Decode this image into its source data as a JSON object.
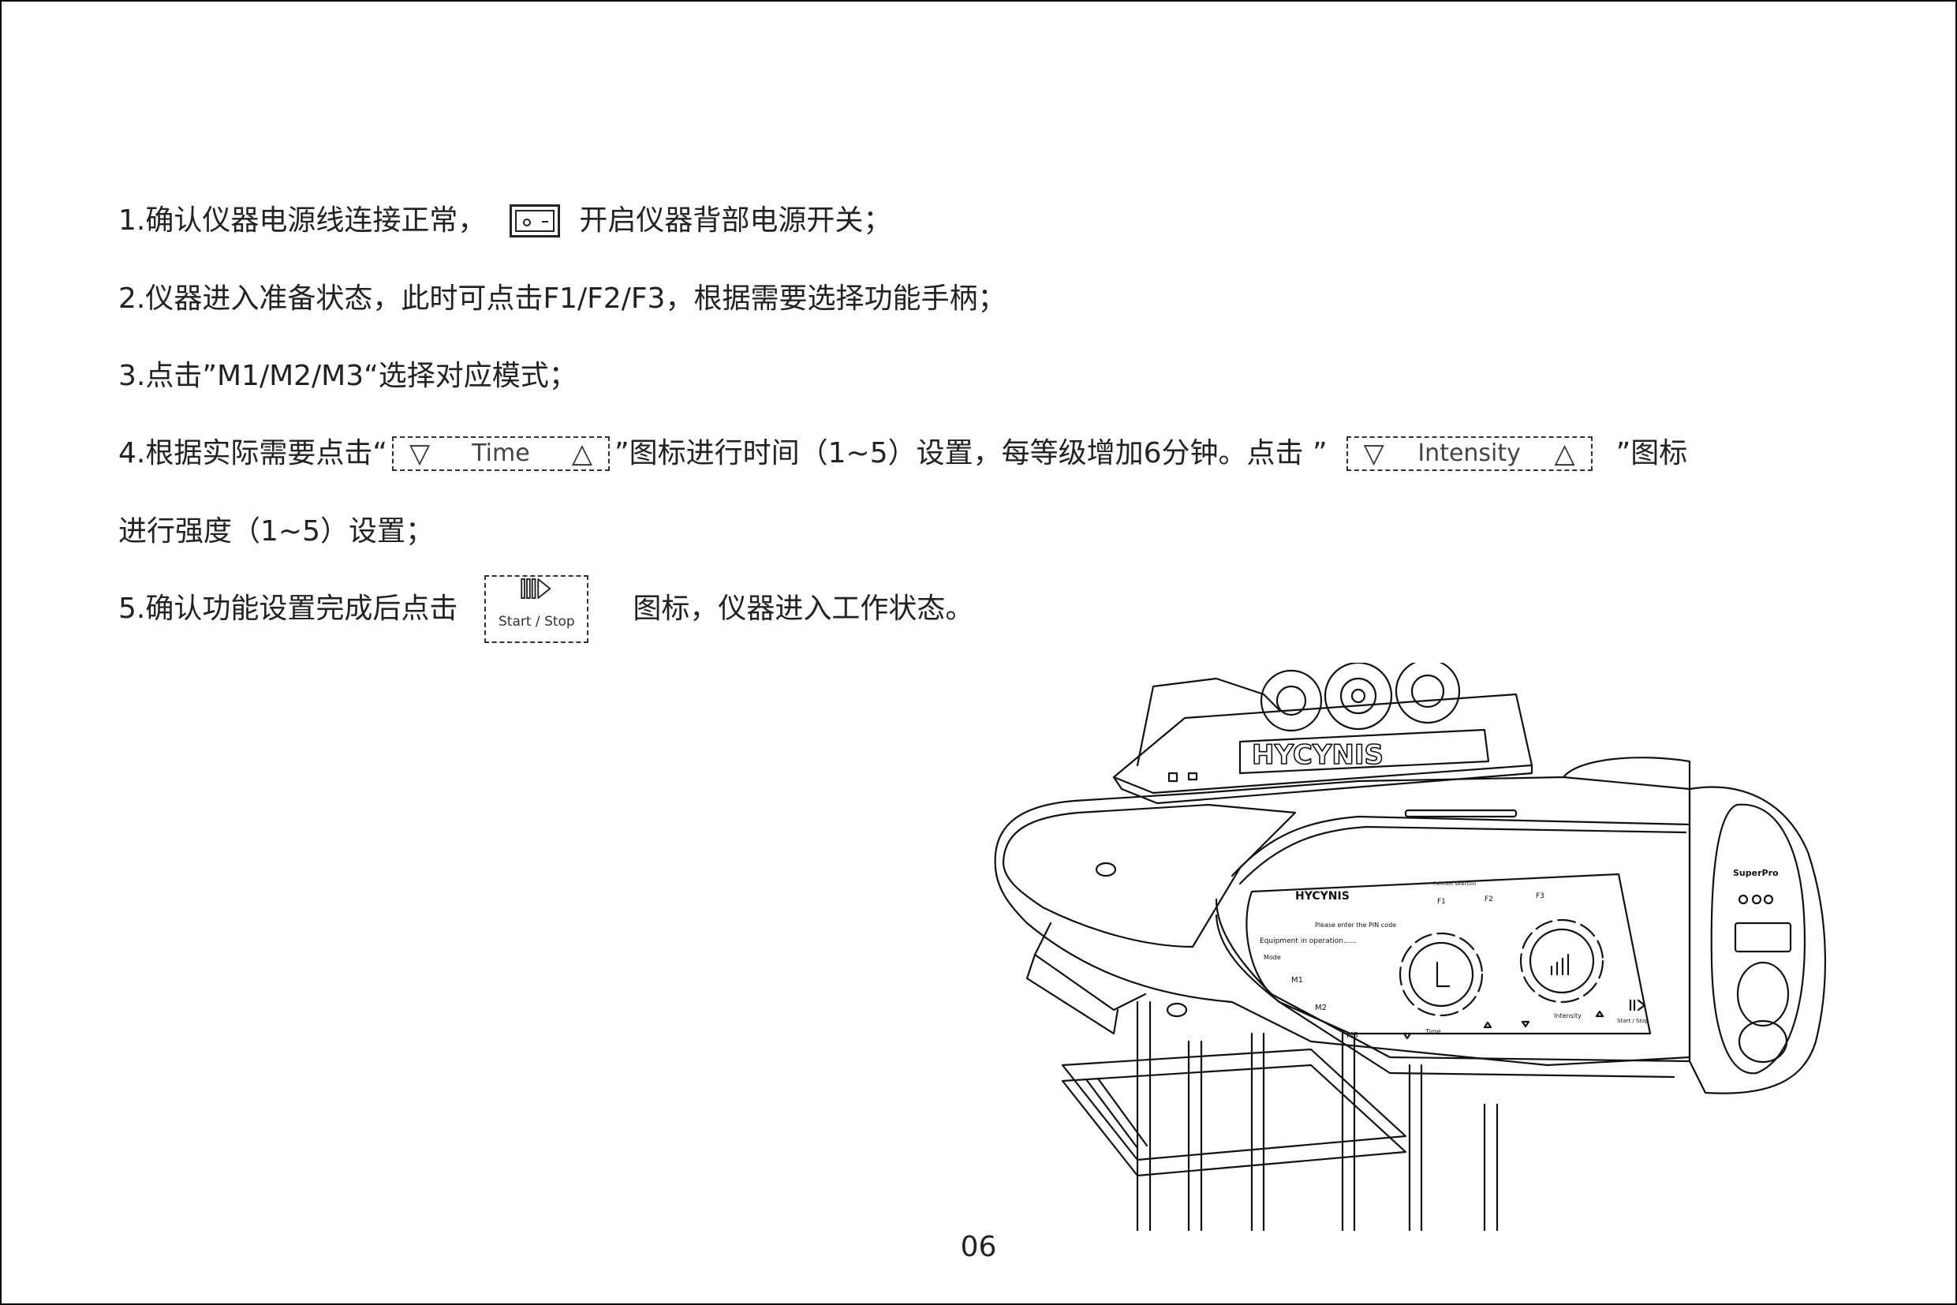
{
  "instructions": {
    "step1_a": "1.确认仪器电源线连接正常，",
    "step1_b": "开启仪器背部电源开关；",
    "step2": "2.仪器进入准备状态，此时可点击F1/F2/F3，根据需要选择功能手柄；",
    "step3": "3.点击”M1/M2/M3“选择对应模式；",
    "step4_a": "4.根据实际需要点击“",
    "step4_b": "”图标进行时间（1~5）设置，每等级增加6分钟。点击 ”",
    "step4_c": "”图标",
    "step4_d": "进行强度（1~5）设置；",
    "step5_a": "5.确认功能设置完成后点击",
    "step5_b": "图标，仪器进入工作状态。"
  },
  "controls": {
    "time_label": "Time",
    "intensity_label": "Intensity",
    "start_stop_label": "Start / Stop"
  },
  "device_screen": {
    "brand": "HYCYNIS",
    "pin_prompt": "Please enter the PIN code",
    "status": "Equipment in operation......",
    "mode_label": "Mode",
    "modes": [
      "M1",
      "M2",
      "M3"
    ],
    "function_label": "Function selection",
    "functions": [
      "F1",
      "F2",
      "F3"
    ],
    "time": "Time",
    "intensity": "Intensity",
    "start_stop": "Start / Stop",
    "side_model": "SuperPro"
  },
  "page_number": "06"
}
